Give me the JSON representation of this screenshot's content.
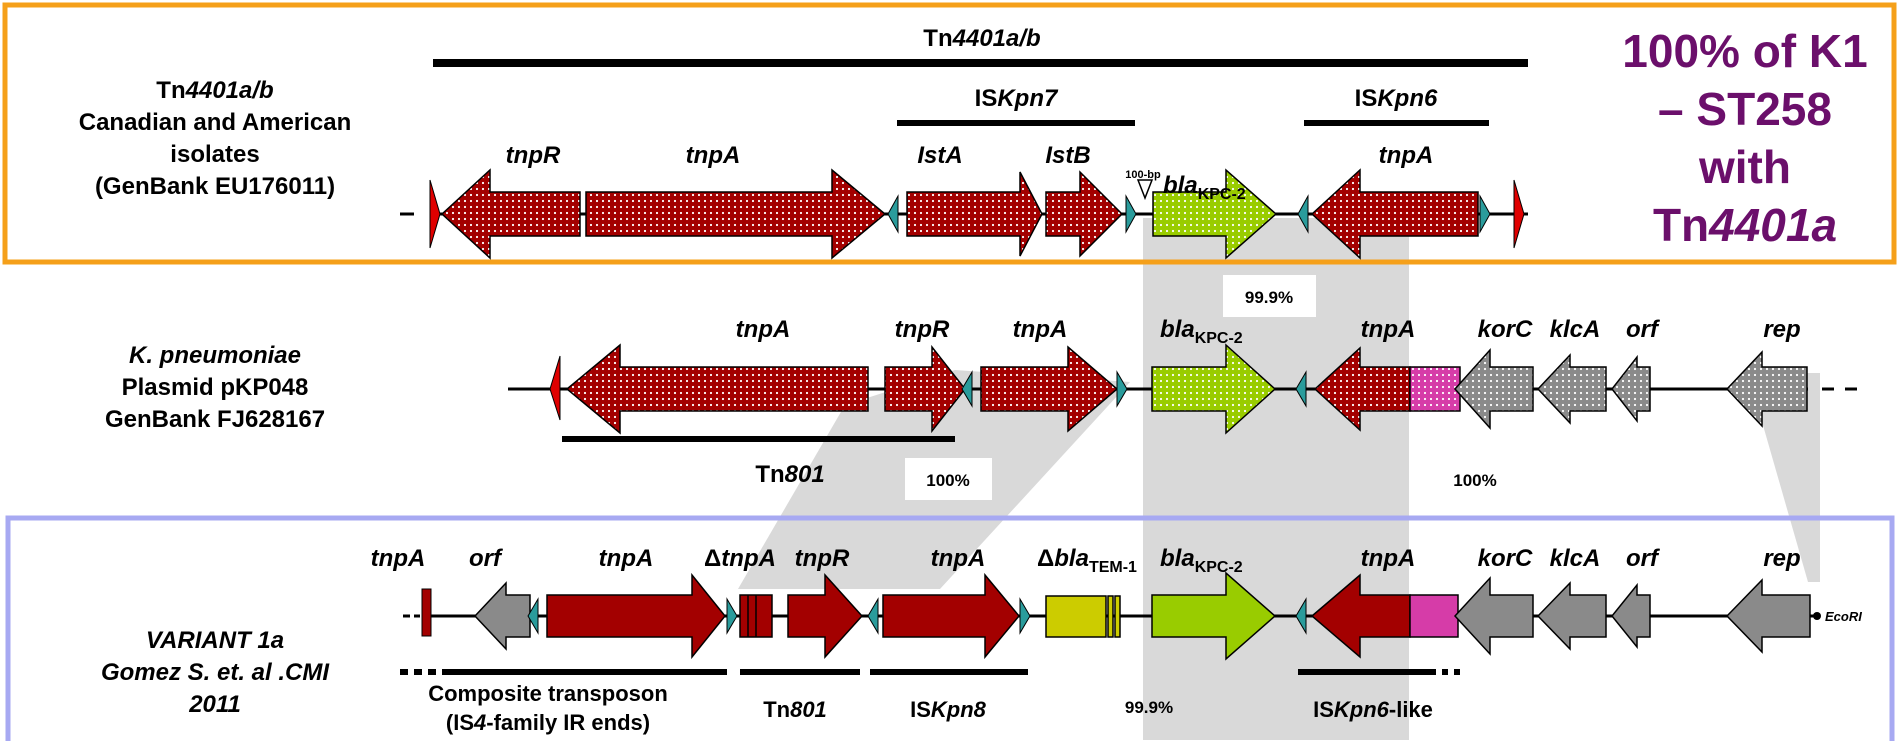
{
  "title": "Tn4401a/b",
  "callout": {
    "lines": [
      "100% of K1",
      "– ST258",
      "with",
      "Tn4401a"
    ],
    "color": "#6b0f6b"
  },
  "colors": {
    "top_box_border": "#f5a01a",
    "bottom_box_border": "#a7a9f2",
    "transposase_red": "#a30000",
    "kpc_green": "#99cc00",
    "gray_gene": "#8a8a8a",
    "tem_yellow": "#cccc00",
    "magenta": "#d63ca8",
    "ir_teal": "#2a9c9c",
    "ir_red": "#e00000",
    "homology_shade": "#d9d9d9"
  },
  "rows": {
    "top": {
      "label_lines": [
        "Tn4401a/b",
        "Canadian and American",
        "isolates",
        "(GenBank EU176011)"
      ],
      "genes": [
        "tnpR",
        "tnpA",
        "IstA",
        "IstB",
        "blaKPC-2",
        "tnpA"
      ],
      "elements": [
        "ISKpn7",
        "ISKpn6"
      ],
      "marker": "100-bp"
    },
    "middle": {
      "label_lines": [
        "K. pneumoniae",
        "Plasmid pKP048",
        "GenBank FJ628167"
      ],
      "genes": [
        "tnpA",
        "tnpR",
        "tnpA",
        "blaKPC-2",
        "tnpA",
        "korC",
        "klcA",
        "orf",
        "rep"
      ],
      "elements": [
        "Tn801"
      ]
    },
    "bottom": {
      "label_lines": [
        "VARIANT 1a",
        "Gomez S. et. al .CMI",
        "2011"
      ],
      "genes": [
        "tnpA",
        "orf",
        "tnpA",
        "ΔtnpA",
        "tnpR",
        "tnpA",
        "ΔblaTEM-1",
        "blaKPC-2",
        "tnpA",
        "korC",
        "klcA",
        "orf",
        "rep"
      ],
      "elements": [
        "Composite transposon",
        "(IS4-family IR ends)",
        "Tn801",
        "ISKpn8",
        "ISKpn6-like"
      ],
      "site": "EcoRI"
    }
  },
  "identity": [
    "99.9%",
    "100%",
    "100%",
    "99.9%"
  ]
}
